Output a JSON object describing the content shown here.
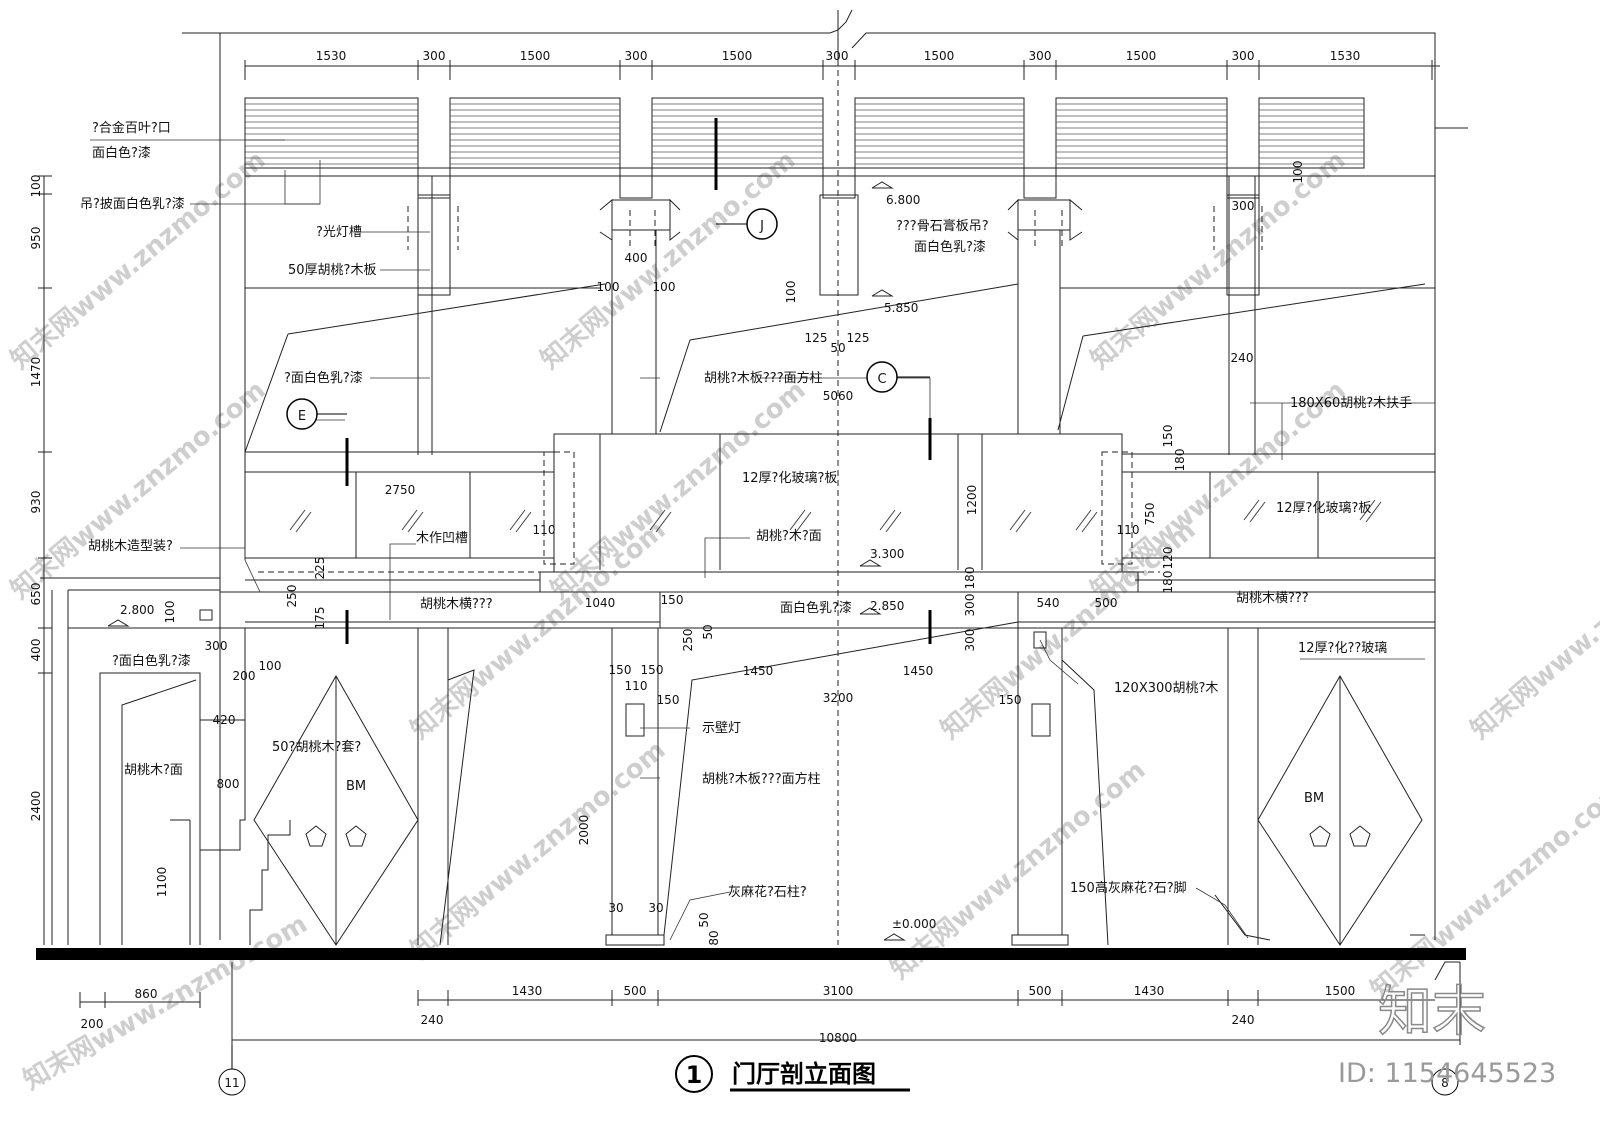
{
  "title": {
    "number": "1",
    "text": "门厅剖立面图"
  },
  "axis_labels": {
    "left": "11",
    "right": "8"
  },
  "watermark": {
    "logo": "知末",
    "id": "ID: 1154645523",
    "stamp": "知末网www.znzmo.com"
  },
  "top_dims": [
    "1530",
    "300",
    "1500",
    "300",
    "1500",
    "300",
    "1500",
    "300",
    "1500",
    "300",
    "1530"
  ],
  "left_dims": [
    "100",
    "950",
    "1470",
    "930",
    "650",
    "400",
    "2400"
  ],
  "bottom_dims": {
    "left": [
      "860",
      "200"
    ],
    "row1": [
      "1430",
      "500",
      "3100",
      "500",
      "1430",
      "1500"
    ],
    "row2": [
      "240",
      "240"
    ],
    "total": "10800"
  },
  "section_marks": {
    "j": "J",
    "c": "C",
    "e": "E"
  },
  "inner_dims": {
    "d300_upper_right": "300",
    "d100_right": "100",
    "d400": "400",
    "d100_a": "100",
    "d100_b": "100",
    "d100_c": "100",
    "d125_a": "125",
    "d125_b": "125",
    "d50_mid": "50",
    "d240": "240",
    "d5060": "5060",
    "d2750": "2750",
    "d110_left": "110",
    "d110_right": "110",
    "d1200": "1200",
    "d150_top": "150",
    "d180_top": "180",
    "d750": "750",
    "d120": "120",
    "d180_low": "180",
    "d225": "225",
    "d250_left": "250",
    "d175": "175",
    "d100_small": "100",
    "d1040": "1040",
    "d150_mid": "150",
    "d540": "540",
    "d500": "500",
    "d180_mid": "180",
    "d300_mid_a": "300",
    "d300_mid_b": "300",
    "d250_mid": "250",
    "d50_mid_b": "50",
    "d300_door": "300",
    "d100_door": "100",
    "d200_door": "200",
    "d420": "420",
    "d800": "800",
    "d1100": "1100",
    "d150_a": "150",
    "d150_b": "150",
    "d110_col": "110",
    "d150_c": "150",
    "d150_d": "150",
    "d1450_a": "1450",
    "d1450_b": "1450",
    "d3200": "3200",
    "d2000": "2000",
    "d30_a": "30",
    "d30_b": "30",
    "d50_floor": "50",
    "d80_floor": "80"
  },
  "levels": {
    "l6800": "6.800",
    "l5850": "5.850",
    "l3300": "3.300",
    "l2850": "2.850",
    "l2800": "2.800",
    "l0000": "±0.000"
  },
  "annotations": {
    "louver": "?合金百叶?口",
    "louver_finish": "面白色?漆",
    "ceiling_left": "吊?披面白色乳?漆",
    "light_slot": "?光灯槽",
    "walnut_board": "50厚胡桃?木板",
    "paint_wall": "?面白色乳?漆",
    "col_cladding_top": "胡桃?木板???面方柱",
    "gypsum_ceiling": "???骨石膏板吊?",
    "gypsum_finish": "面白色乳?漆",
    "handrail": "180X60胡桃?木扶手",
    "glass_mid": "12厚?化玻璃?板",
    "glass_right": "12厚?化玻璃?板",
    "walnut_face": "胡桃?木?面",
    "groove": "木作凹槽",
    "walnut_decor": "胡桃木造型装?",
    "beam_left": "胡桃木横???",
    "beam_mid_paint": "面白色乳?漆",
    "beam_right": "胡桃木横???",
    "glass_lower": "12厚?化??玻璃",
    "beam_wood": "120X300胡桃?木",
    "door_paint": "?面白色乳?漆",
    "door_frame": "50?胡桃木?套?",
    "walnut_panel": "胡桃木?面",
    "wall_lamp": "示壁灯",
    "col_cladding_low": "胡桃?木板???面方柱",
    "granite_col": "灰麻花?石柱?",
    "granite_base": "150高灰麻花?石?脚",
    "bm_left": "BM",
    "bm_right": "BM"
  }
}
